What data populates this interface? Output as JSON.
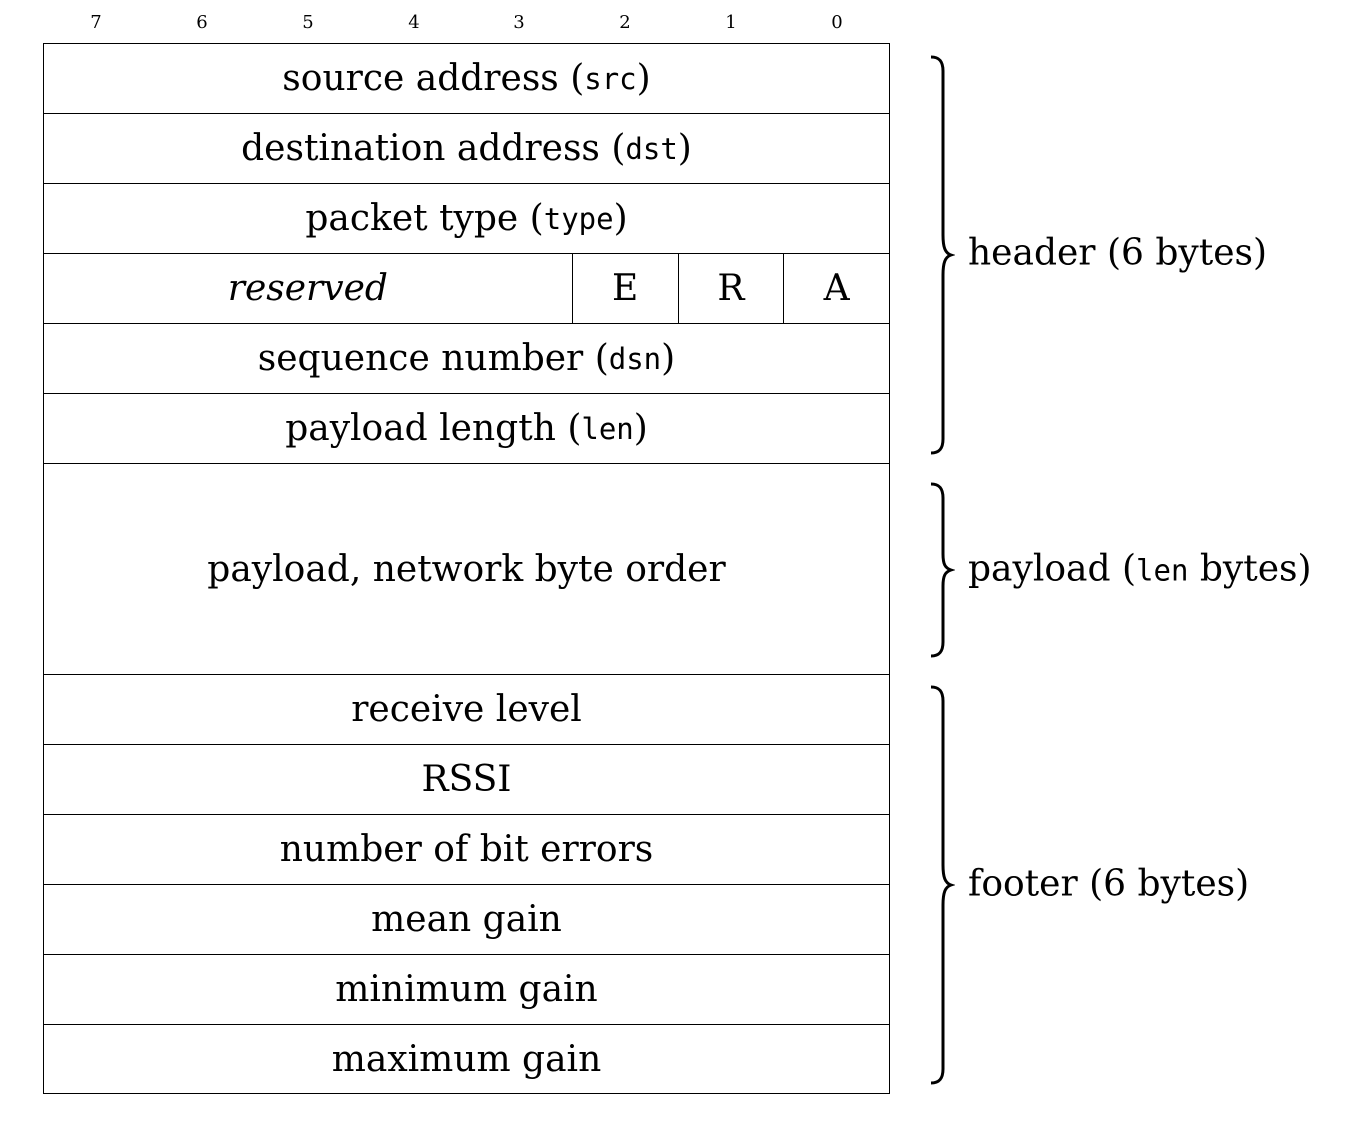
{
  "bit_labels": [
    "7",
    "6",
    "5",
    "4",
    "3",
    "2",
    "1",
    "0"
  ],
  "rows": {
    "src": {
      "label": "source address",
      "code": "src"
    },
    "dst": {
      "label": "destination address",
      "code": "dst"
    },
    "type": {
      "label": "packet type",
      "code": "type"
    },
    "flags": {
      "reserved": "reserved",
      "e": "E",
      "r": "R",
      "a": "A"
    },
    "dsn": {
      "label": "sequence number",
      "code": "dsn"
    },
    "len": {
      "label": "payload length",
      "code": "len"
    },
    "payload": "payload, network byte order",
    "receive_level": "receive level",
    "rssi": "RSSI",
    "bit_errors": "number of bit errors",
    "mean_gain": "mean gain",
    "min_gain": "minimum gain",
    "max_gain": "maximum gain"
  },
  "groups": {
    "header": {
      "label": "header",
      "size": "6 bytes"
    },
    "payload": {
      "label": "payload",
      "code": "len",
      "unit": "bytes"
    },
    "footer": {
      "label": "footer",
      "size": "6 bytes"
    }
  }
}
